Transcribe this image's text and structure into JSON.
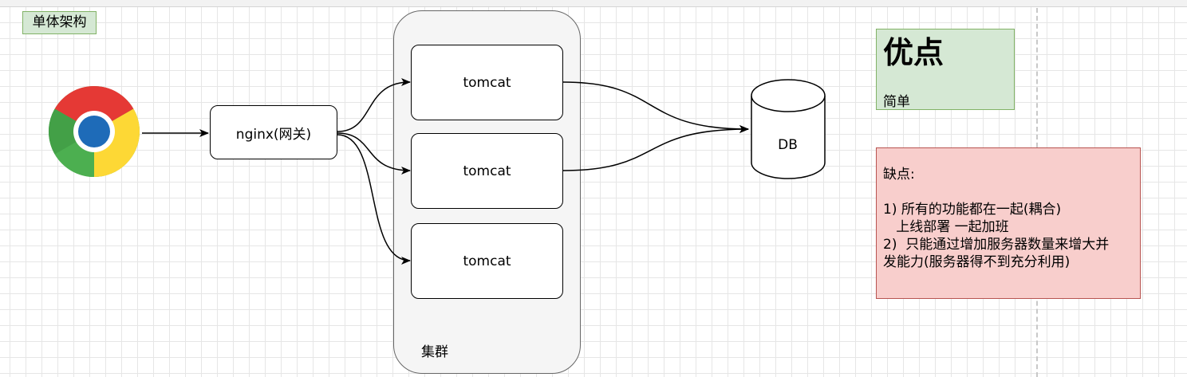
{
  "title_label": "单体架构",
  "nodes": {
    "browser_icon": "chrome-icon",
    "gateway": "nginx(网关)",
    "servers": [
      "tomcat",
      "tomcat",
      "tomcat"
    ],
    "database": "DB"
  },
  "cluster_label": "集群",
  "pros": {
    "title": "优点",
    "text": "简单"
  },
  "cons": {
    "title": "缺点:",
    "lines": [
      "1) 所有的功能都在一起(耦合)",
      "   上线部署 一起加班",
      "2)  只能通过增加服务器数量来增大并",
      "发能力(服务器得不到充分利用)"
    ]
  },
  "colors": {
    "green_fill": "#d5e8d4",
    "green_stroke": "#82b366",
    "red_fill": "#f8cecc",
    "red_stroke": "#b85450",
    "cluster_fill": "#f5f5f5"
  }
}
